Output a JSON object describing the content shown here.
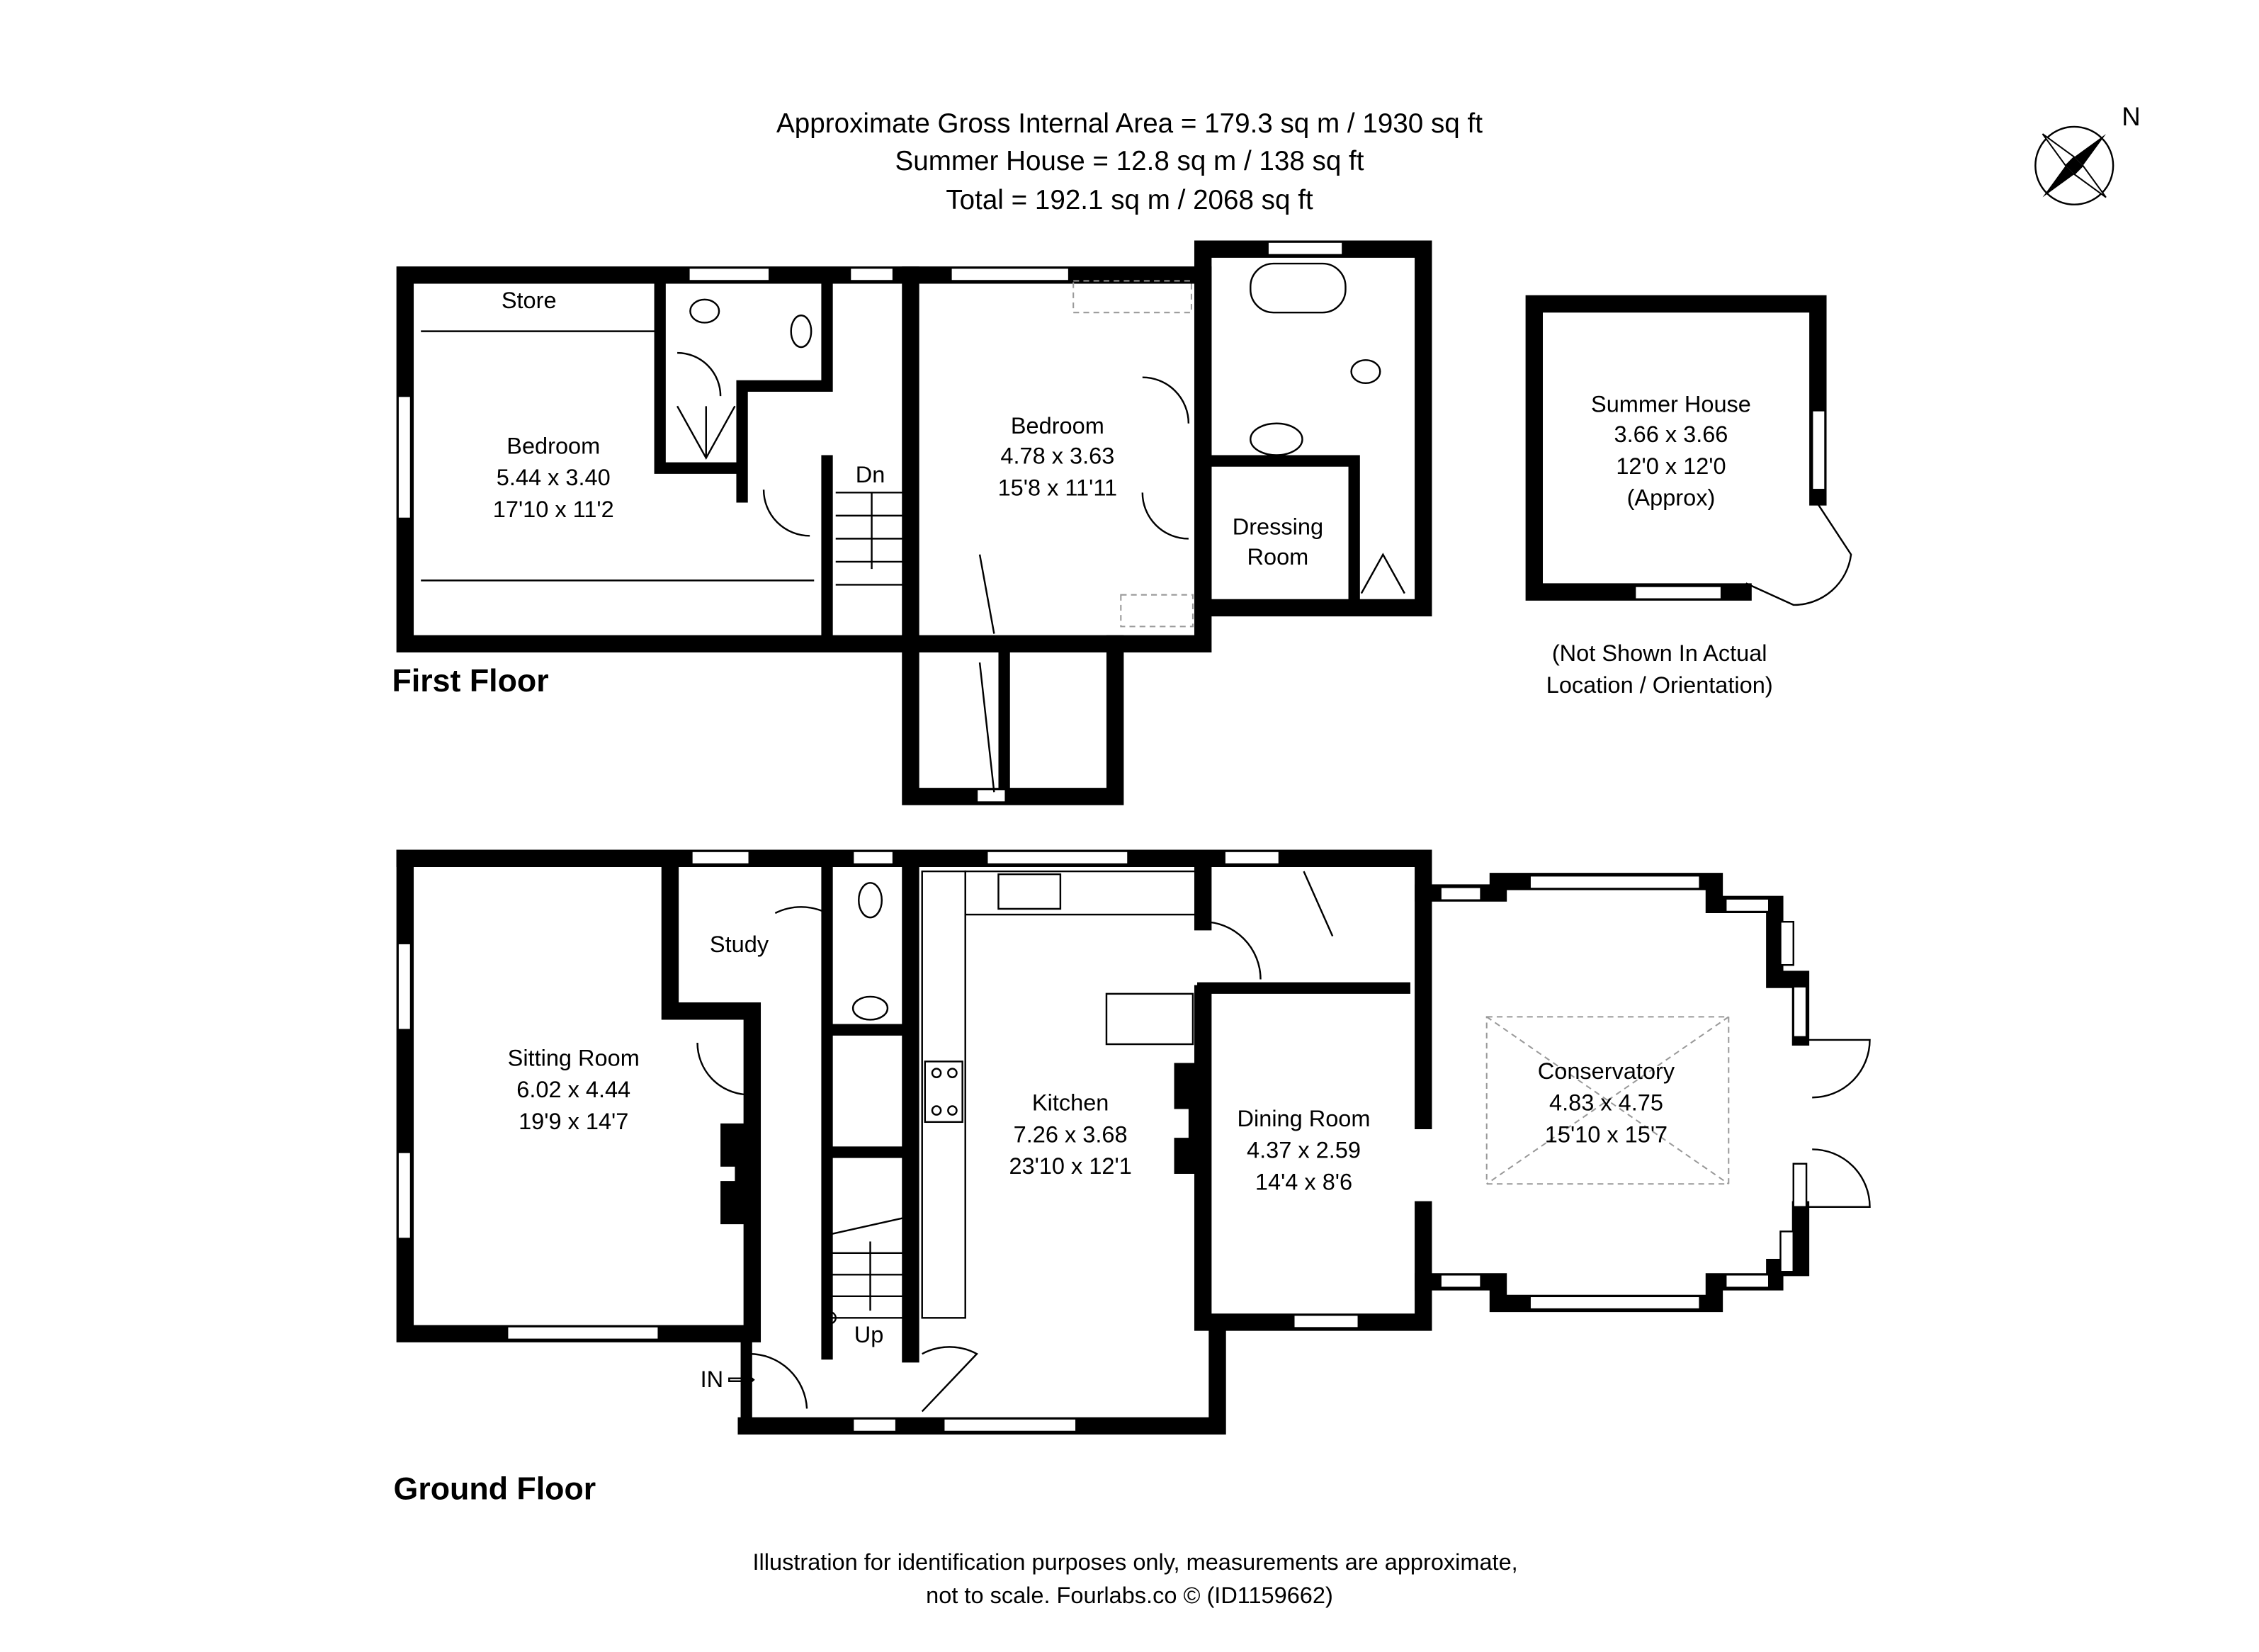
{
  "header": {
    "gross_area": "Approximate Gross Internal Area = 179.3 sq m / 1930 sq ft",
    "summer_house_area": "Summer House = 12.8 sq m / 138 sq ft",
    "total_area": "Total = 192.1 sq m / 2068 sq ft"
  },
  "compass": {
    "label": "N"
  },
  "first_floor": {
    "title": "First Floor",
    "rooms": {
      "store": "Store",
      "bedroom1": {
        "name": "Bedroom",
        "metric": "5.44 x 3.40",
        "imperial": "17'10 x 11'2"
      },
      "bedroom2": {
        "name": "Bedroom",
        "metric": "4.78 x 3.63",
        "imperial": "15'8 x 11'11"
      },
      "dressing": {
        "line1": "Dressing",
        "line2": "Room"
      },
      "stairs": "Dn"
    }
  },
  "summer_house": {
    "name": "Summer House",
    "metric": "3.66 x 3.66",
    "imperial": "12'0 x 12'0",
    "note": "(Approx)",
    "caption1": "(Not Shown In Actual",
    "caption2": "Location / Orientation)"
  },
  "ground_floor": {
    "title": "Ground Floor",
    "entrance": "IN",
    "rooms": {
      "sitting": {
        "name": "Sitting Room",
        "metric": "6.02 x 4.44",
        "imperial": "19'9 x 14'7"
      },
      "study": "Study",
      "kitchen": {
        "name": "Kitchen",
        "metric": "7.26 x 3.68",
        "imperial": "23'10 x 12'1"
      },
      "dining": {
        "name": "Dining Room",
        "metric": "4.37 x 2.59",
        "imperial": "14'4 x 8'6"
      },
      "conservatory": {
        "name": "Conservatory",
        "metric": "4.83 x 4.75",
        "imperial": "15'10 x 15'7"
      },
      "stairs": "Up"
    }
  },
  "footer": {
    "line1": "Illustration for identification purposes only, measurements are approximate,",
    "line2": "not to scale. Fourlabs.co © (ID1159662)"
  }
}
